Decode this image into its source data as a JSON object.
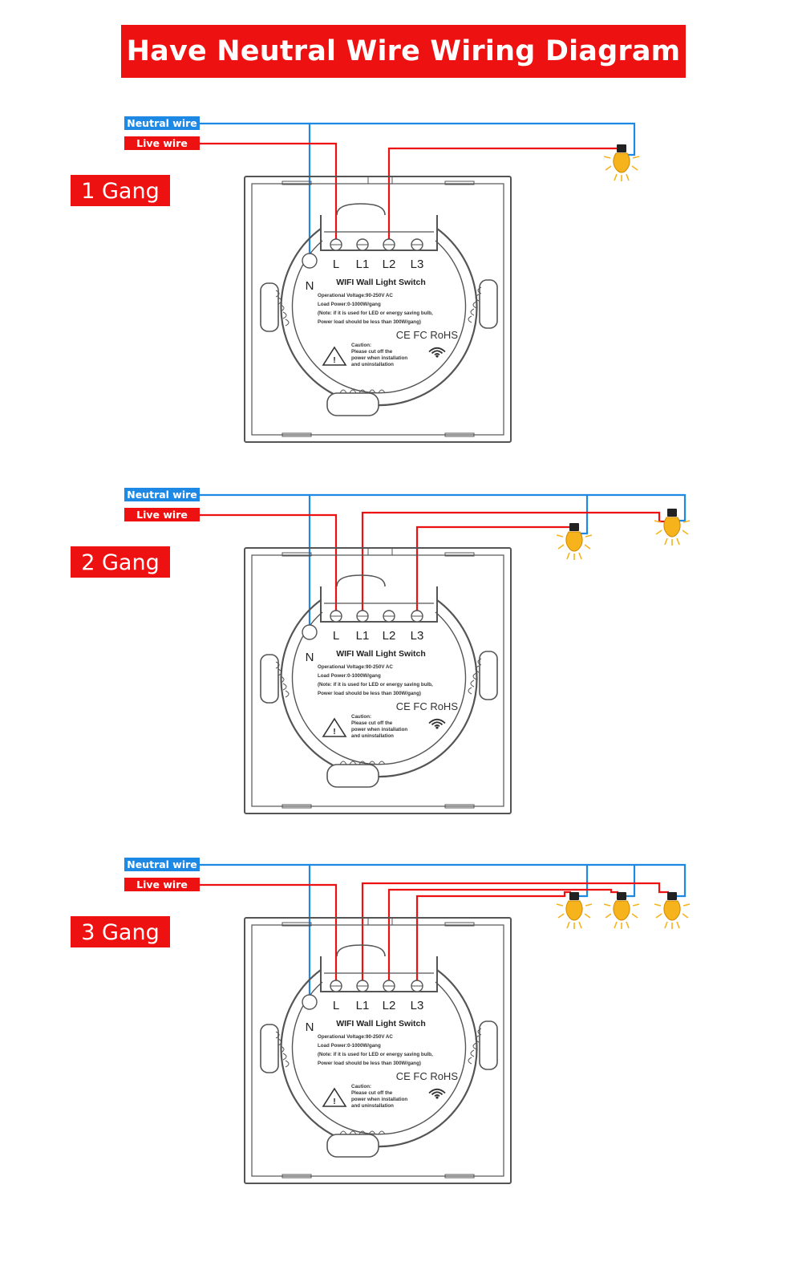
{
  "title": "Have Neutral Wire Wiring Diagram",
  "colors": {
    "neutral": "#1e88e5",
    "live": "#ee1111",
    "outline": "#555555",
    "bulb": "#f6b31c"
  },
  "wire_labels": {
    "neutral": "Neutral wire",
    "live": "Live wire"
  },
  "switch_labels": {
    "terminals": [
      "L",
      "L1",
      "L2",
      "L3"
    ],
    "neutral_terminal": "N",
    "heading": "WIFI Wall Light Switch",
    "spec_lines": [
      "Operational Voltage:90-250V AC",
      "Load Power:0-1000W/gang",
      "(Note: if it is used for LED or energy saving bulb,",
      "Power load should be less than 300W/gang)"
    ],
    "certifications": "CE FC RoHS",
    "caution_lines": [
      "Caution:",
      "Please cut off the",
      "power when installation",
      "and uninstallation"
    ]
  },
  "sections": [
    {
      "label": "1 Gang",
      "gangs": 1
    },
    {
      "label": "2 Gang",
      "gangs": 2
    },
    {
      "label": "3 Gang",
      "gangs": 3
    }
  ]
}
